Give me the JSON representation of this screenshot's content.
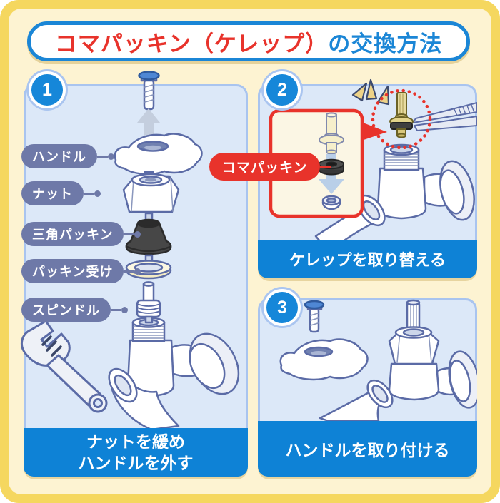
{
  "title": {
    "highlight": "コマパッキン（ケレップ）",
    "rest": "の交換方法"
  },
  "panels": {
    "step1": {
      "number": "1",
      "part_labels": [
        "ハンドル",
        "ナット",
        "三角パッキン",
        "パッキン受け",
        "スピンドル"
      ],
      "caption_line1": "ナットを緩め",
      "caption_line2": "ハンドルを外す"
    },
    "step2": {
      "number": "2",
      "callout": "コマパッキン",
      "caption": "ケレップを取り替える"
    },
    "step3": {
      "number": "3",
      "caption": "ハンドルを取り付ける"
    }
  },
  "colors": {
    "frame_yellow": "#f5d75f",
    "board_cream": "#fdf3d2",
    "title_blue": "#1b86d6",
    "accent_red": "#e8332b",
    "caption_blue": "#0e82d6",
    "panel_fill": "#dce8f8",
    "panel_border": "#a9c4ef",
    "label_pill": "#6e79a8",
    "outline_indigo": "#5b6ba6",
    "packing_dark_gray": "#474747",
    "packing_seat_cream": "#f4ecc4",
    "kerep_brass": "#e3d48c"
  }
}
